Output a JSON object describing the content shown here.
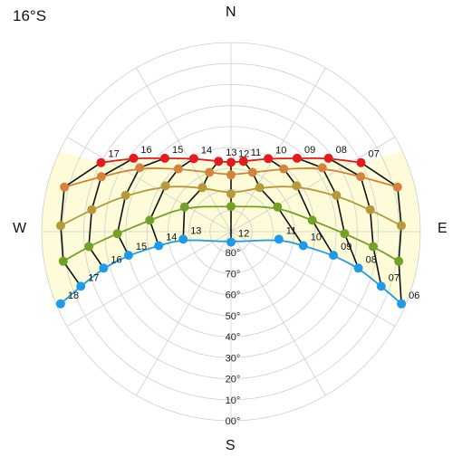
{
  "title": "16°S",
  "compass": {
    "north": "N",
    "south": "S",
    "east": "E",
    "west": "W"
  },
  "colors": {
    "ring": "#cfcfcf",
    "fill": "#fdfbd8",
    "hour_line": "#111111",
    "series": [
      "#e41a1c",
      "#d4843a",
      "#b5993a",
      "#73a126",
      "#1e9be8"
    ]
  },
  "altitude_labels": [
    "80°",
    "70°",
    "60°",
    "50°",
    "40°",
    "30°",
    "20°",
    "10°",
    "00°"
  ],
  "hour_labels_top": [
    "17",
    "16",
    "15",
    "14",
    "13",
    "12",
    "11",
    "10",
    "09",
    "08",
    "07"
  ],
  "hour_labels_bottom": [
    "18",
    "17",
    "16",
    "15",
    "14",
    "13",
    "12",
    "11",
    "10",
    "09",
    "08",
    "07",
    "06"
  ],
  "chart_data": {
    "type": "scatter",
    "title": "16°S",
    "description_units": "azimuth (deg, 0=N clockwise), altitude (deg)",
    "series": [
      {
        "name": "",
        "color": "#e41a1c",
        "points": [
          {
            "h": "17",
            "az": 298,
            "alt": 20
          },
          {
            "h": "16",
            "az": 307,
            "alt": 32
          },
          {
            "h": "15",
            "az": 318,
            "alt": 43
          },
          {
            "h": "14",
            "az": 333,
            "alt": 51
          },
          {
            "h": "13",
            "az": 350,
            "alt": 56
          },
          {
            "h": "12",
            "az": 0,
            "alt": 57
          },
          {
            "h": "11",
            "az": 10,
            "alt": 56
          },
          {
            "h": "10",
            "az": 27,
            "alt": 51
          },
          {
            "h": "09",
            "az": 42,
            "alt": 43
          },
          {
            "h": "08",
            "az": 53,
            "alt": 32
          },
          {
            "h": "07",
            "az": 62,
            "alt": 20
          }
        ]
      },
      {
        "name": "",
        "color": "#d4843a",
        "points": [
          {
            "h": "",
            "az": 285,
            "alt": 8
          },
          {
            "h": "",
            "az": 293,
            "alt": 23
          },
          {
            "h": "",
            "az": 305,
            "alt": 37
          },
          {
            "h": "",
            "az": 320,
            "alt": 51
          },
          {
            "h": "",
            "az": 340,
            "alt": 60
          },
          {
            "h": "",
            "az": 0,
            "alt": 63
          },
          {
            "h": "",
            "az": 20,
            "alt": 60
          },
          {
            "h": "",
            "az": 40,
            "alt": 51
          },
          {
            "h": "",
            "az": 55,
            "alt": 37
          },
          {
            "h": "",
            "az": 67,
            "alt": 23
          },
          {
            "h": "",
            "az": 75,
            "alt": 8
          }
        ]
      },
      {
        "name": "",
        "color": "#b5993a",
        "points": [
          {
            "h": "",
            "az": 272,
            "alt": 9
          },
          {
            "h": "",
            "az": 279,
            "alt": 23
          },
          {
            "h": "",
            "az": 289,
            "alt": 37
          },
          {
            "h": "",
            "az": 305,
            "alt": 52
          },
          {
            "h": "",
            "az": 327,
            "alt": 65
          },
          {
            "h": "",
            "az": 0,
            "alt": 72
          },
          {
            "h": "",
            "az": 33,
            "alt": 65
          },
          {
            "h": "",
            "az": 55,
            "alt": 52
          },
          {
            "h": "",
            "az": 71,
            "alt": 37
          },
          {
            "h": "",
            "az": 81,
            "alt": 23
          },
          {
            "h": "",
            "az": 88,
            "alt": 9
          }
        ]
      },
      {
        "name": "",
        "color": "#73a126",
        "points": [
          {
            "h": "",
            "az": 260,
            "alt": 9
          },
          {
            "h": "",
            "az": 264,
            "alt": 22
          },
          {
            "h": "",
            "az": 269,
            "alt": 36
          },
          {
            "h": "",
            "az": 278,
            "alt": 51
          },
          {
            "h": "",
            "az": 298,
            "alt": 65
          },
          {
            "h": "",
            "az": 0,
            "alt": 78
          },
          {
            "h": "",
            "az": 62,
            "alt": 65
          },
          {
            "h": "",
            "az": 82,
            "alt": 51
          },
          {
            "h": "",
            "az": 91,
            "alt": 36
          },
          {
            "h": "",
            "az": 96,
            "alt": 22
          },
          {
            "h": "",
            "az": 100,
            "alt": 9
          }
        ]
      },
      {
        "name": "",
        "color": "#1e9be8",
        "points": [
          {
            "h": "18",
            "az": 247,
            "alt": 2
          },
          {
            "h": "17",
            "az": 250,
            "alt": 14
          },
          {
            "h": "16",
            "az": 254,
            "alt": 27
          },
          {
            "h": "15",
            "az": 257,
            "alt": 40
          },
          {
            "h": "14",
            "az": 259,
            "alt": 55
          },
          {
            "h": "13",
            "az": 261,
            "alt": 67
          },
          {
            "h": "12",
            "az": 180,
            "alt": 85
          },
          {
            "h": "11",
            "az": 99,
            "alt": 67
          },
          {
            "h": "10",
            "az": 101,
            "alt": 55
          },
          {
            "h": "09",
            "az": 103,
            "alt": 40
          },
          {
            "h": "08",
            "az": 106,
            "alt": 27
          },
          {
            "h": "07",
            "az": 110,
            "alt": 14
          },
          {
            "h": "06",
            "az": 113,
            "alt": 2
          }
        ]
      }
    ],
    "radial_axis": {
      "labels": [
        "80°",
        "70°",
        "60°",
        "50°",
        "40°",
        "30°",
        "20°",
        "10°",
        "00°"
      ],
      "range": [
        0,
        90
      ]
    },
    "grid": true
  }
}
